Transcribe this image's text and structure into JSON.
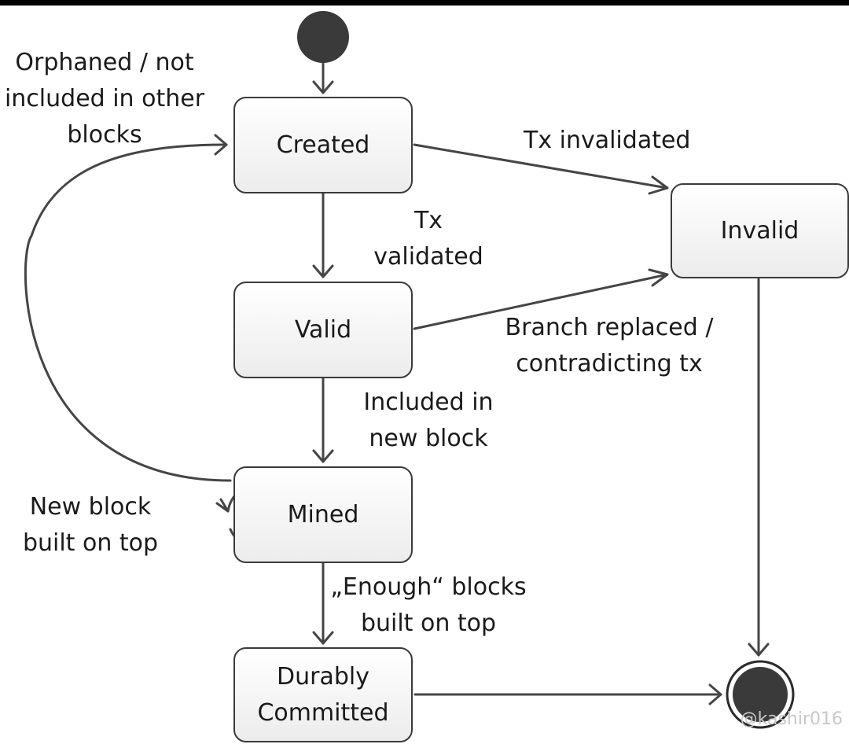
{
  "states": {
    "created": "Created",
    "valid": "Valid",
    "mined": "Mined",
    "durably_committed": "Durably\nCommitted",
    "invalid": "Invalid"
  },
  "transitions": {
    "orphaned": "Orphaned / not\nincluded in other\nblocks",
    "tx_invalidated": "Tx invalidated",
    "tx_validated": "Tx\nvalidated",
    "branch_replaced": "Branch replaced /\ncontradicting tx",
    "included_in_block": "Included in\nnew block",
    "new_block": "New block\nbuilt on top",
    "enough_blocks": "„Enough“ blocks\nbuilt on top"
  },
  "watermark": "@kashir016",
  "colors": {
    "line": "#454545",
    "node_fill": "#3a3a3a",
    "box_border": "#3a3a3a"
  }
}
